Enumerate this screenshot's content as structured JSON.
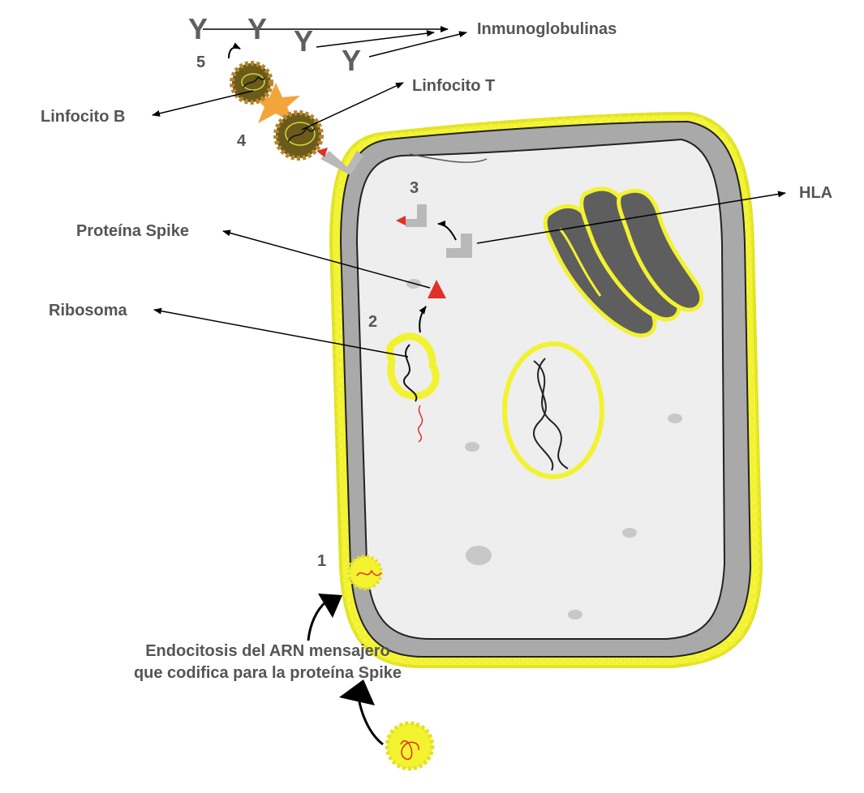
{
  "labels": {
    "inmunoglobulinas": "Inmunoglobulinas",
    "linfocito_t": "Linfocito T",
    "linfocito_b": "Linfocito B",
    "hla": "HLA",
    "proteina_spike": "Proteína Spike",
    "ribosoma": "Ribosoma",
    "endocitosis_line1": "Endocitosis del ARN mensajero",
    "endocitosis_line2": "que codifica para la proteína Spike"
  },
  "steps": [
    "1",
    "2",
    "3",
    "4",
    "5"
  ],
  "antibody_glyph": "Y",
  "colors": {
    "text": "#555555",
    "cell_outer": "#a9a9a9",
    "cell_inner": "#eeeeef",
    "lipid_yellow": "#f5f53a",
    "golgi": "#606060",
    "spike_red": "#e23028",
    "star_orange": "#f2a53a",
    "lymphocyte": "#6b5a1c"
  }
}
